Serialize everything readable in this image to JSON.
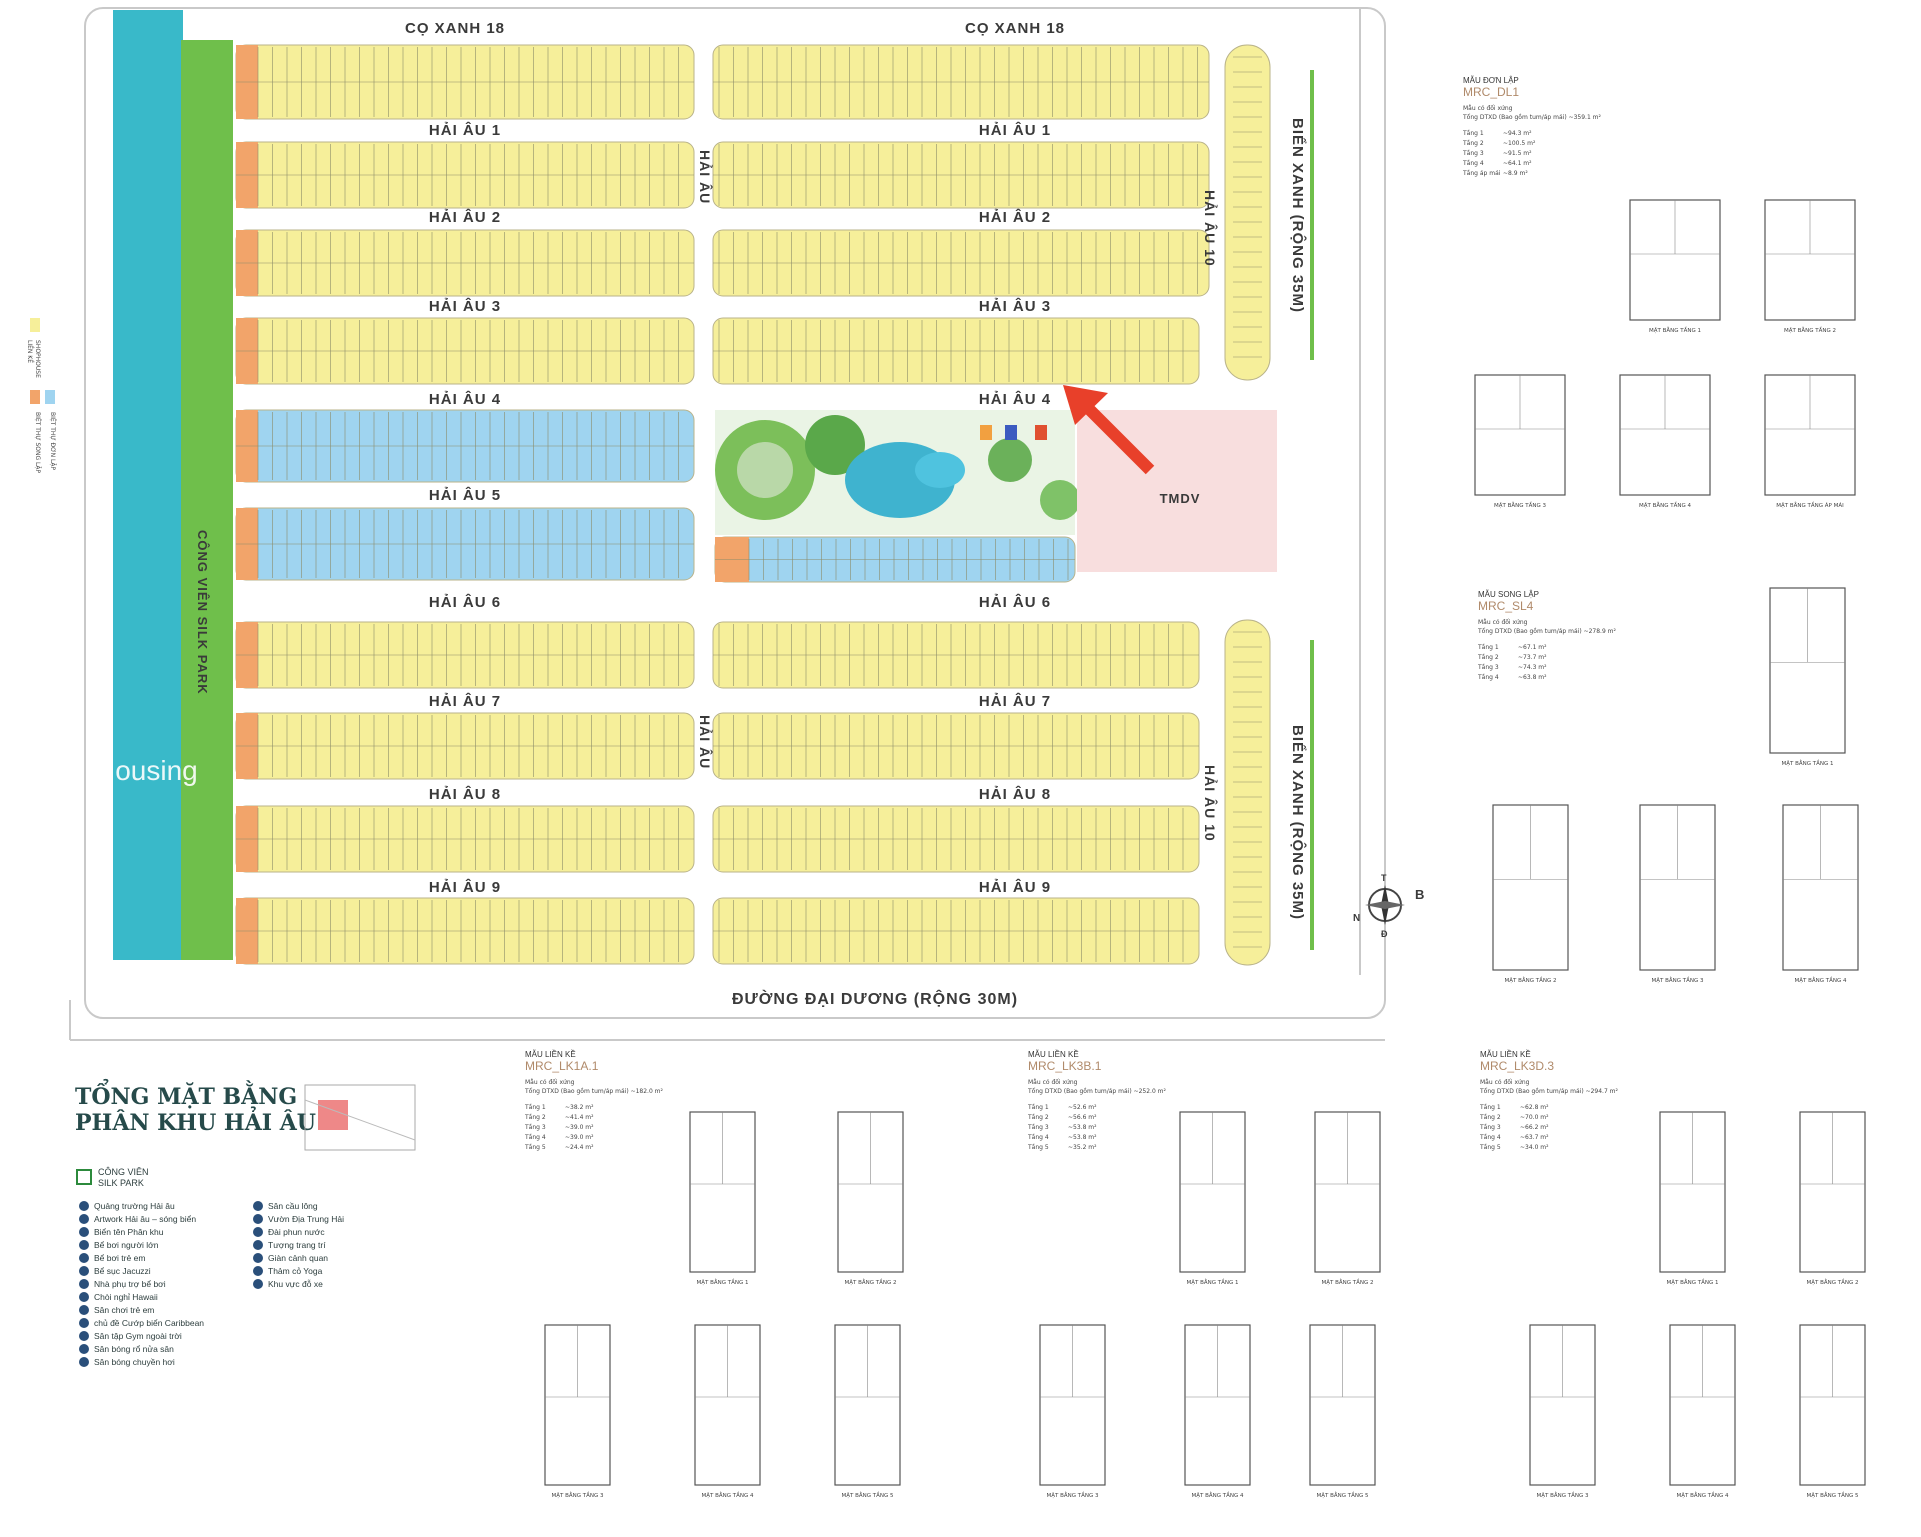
{
  "map": {
    "streets_h": {
      "co_xanh_left": "CỌ XANH 18",
      "co_xanh_right": "CỌ XANH 18",
      "hai_au_1_left": "HẢI ÂU 1",
      "hai_au_1_right": "HẢI ÂU 1",
      "hai_au_2_left": "HẢI ÂU 2",
      "hai_au_2_right": "HẢI ÂU 2",
      "hai_au_3_left": "HẢI ÂU 3",
      "hai_au_3_right": "HẢI ÂU 3",
      "hai_au_4_left": "HẢI ÂU 4",
      "hai_au_4_right": "HẢI ÂU 4",
      "hai_au_5_left": "HẢI ÂU 5",
      "hai_au_6_left": "HẢI ÂU 6",
      "hai_au_6_right": "HẢI ÂU 6",
      "hai_au_7_left": "HẢI ÂU 7",
      "hai_au_7_right": "HẢI ÂU 7",
      "hai_au_8_left": "HẢI ÂU 8",
      "hai_au_8_right": "HẢI ÂU 8",
      "hai_au_9_left": "HẢI ÂU 9",
      "hai_au_9_right": "HẢI ÂU 9",
      "dai_duong": "ĐƯỜNG ĐẠI DƯƠNG (RỘNG 30M)"
    },
    "streets_v": {
      "hai_au_top": "HẢI ÂU",
      "hai_au_bottom": "HẢI ÂU",
      "hai_au_10_top": "HẢI ÂU 10",
      "hai_au_10_bottom": "HẢI ÂU 10",
      "bien_xanh_top": "BIỂN XANH (RỘNG 35M)",
      "bien_xanh_bottom": "BIỂN XANH (RỘNG 35M)",
      "park": "CÔNG VIÊN SILK PARK"
    },
    "tmdv": "TMDV",
    "compass": {
      "north": "B",
      "west": "N",
      "east": "T",
      "south": "Đ"
    },
    "watermark": "Housing",
    "colors": {
      "lot_yellow": "#f6ef9a",
      "lot_blue": "#9fd4f0",
      "lot_orange": "#f2a46a",
      "park_green": "#6fbf4b",
      "river_blue": "#39b9c9",
      "tmdv_pink": "#f8dede",
      "arrow_red": "#e8402a"
    },
    "side_legend": {
      "shophouse": "SHOPHOUSE",
      "lien_ke": "LIỀN KỀ",
      "biet_thu_song_lap": "BIỆT THỰ SONG LẬP",
      "biet_thu_don_lap": "BIỆT THỰ ĐƠN LẬP"
    }
  },
  "legend": {
    "title_line1": "TỔNG MẶT BẰNG",
    "title_line2": "PHÂN KHU HẢI ÂU",
    "park_label_line1": "CÔNG VIÊN",
    "park_label_line2": "SILK PARK",
    "amenities_left": [
      "Quảng trường Hải âu",
      "Artwork Hải âu – sóng biển",
      "Biển tên Phân khu",
      "Bể bơi người lớn",
      "Bể bơi trẻ em",
      "Bể sục Jacuzzi",
      "Nhà phụ trợ bể bơi",
      "Chòi nghỉ Hawaii",
      "Sân chơi trẻ em",
      "chủ đề Cướp biển Caribbean",
      "Sân tập Gym ngoài trời",
      "Sân bóng rổ nửa sân",
      "Sân bóng chuyền hơi"
    ],
    "amenities_right": [
      "Sân cầu lông",
      "Vườn Địa Trung Hải",
      "Đài phun nước",
      "Tượng trang trí",
      "Giàn cảnh quan",
      "Thảm cỏ Yoga",
      "Khu vực đỗ xe"
    ]
  },
  "models": {
    "dl1": {
      "tag": "MẪU ĐƠN LẬP",
      "code": "MRC_DL1",
      "total": "Tổng DTXD (Bao gồm tum/áp mái) ~359.1 m²",
      "floors": [
        "Tầng 1",
        "Tầng 2",
        "Tầng 3",
        "Tầng 4",
        "Tầng áp mái"
      ],
      "areas": [
        "~94.3 m²",
        "~100.5 m²",
        "~91.5 m²",
        "~64.1 m²",
        "~8.9 m²"
      ],
      "plans": [
        "MẶT BẰNG TẦNG 1",
        "MẶT BẰNG TẦNG 2",
        "MẶT BẰNG TẦNG 3",
        "MẶT BẰNG TẦNG 4",
        "MẶT BẰNG TẦNG ÁP MÁI"
      ]
    },
    "sl4": {
      "tag": "MẪU SONG LẬP",
      "code": "MRC_SL4",
      "total": "Tổng DTXD (Bao gồm tum/áp mái) ~278.9 m²",
      "floors": [
        "Tầng 1",
        "Tầng 2",
        "Tầng 3",
        "Tầng 4"
      ],
      "areas": [
        "~67.1 m²",
        "~73.7 m²",
        "~74.3 m²",
        "~63.8 m²"
      ],
      "plans": [
        "MẶT BẰNG TẦNG 1",
        "MẶT BẰNG TẦNG 2",
        "MẶT BẰNG TẦNG 3",
        "MẶT BẰNG TẦNG 4"
      ]
    },
    "lk1a": {
      "tag": "MẪU LIỀN KỀ",
      "code": "MRC_LK1A.1",
      "total": "Tổng DTXD (Bao gồm tum/áp mái) ~182.0 m²",
      "floors": [
        "Tầng 1",
        "Tầng 2",
        "Tầng 3",
        "Tầng 4",
        "Tầng 5"
      ],
      "areas": [
        "~38.2 m²",
        "~41.4 m²",
        "~39.0 m²",
        "~39.0 m²",
        "~24.4 m²"
      ],
      "plans": [
        "MẶT BẰNG TẦNG 1",
        "MẶT BẰNG TẦNG 2",
        "MẶT BẰNG TẦNG 3",
        "MẶT BẰNG TẦNG 4",
        "MẶT BẰNG TẦNG 5"
      ]
    },
    "lk3b": {
      "tag": "MẪU LIỀN KỀ",
      "code": "MRC_LK3B.1",
      "total": "Tổng DTXD (Bao gồm tum/áp mái) ~252.0 m²",
      "floors": [
        "Tầng 1",
        "Tầng 2",
        "Tầng 3",
        "Tầng 4",
        "Tầng 5"
      ],
      "areas": [
        "~52.6 m²",
        "~56.6 m²",
        "~53.8 m²",
        "~53.8 m²",
        "~35.2 m²"
      ],
      "plans": [
        "MẶT BẰNG TẦNG 1",
        "MẶT BẰNG TẦNG 2",
        "MẶT BẰNG TẦNG 3",
        "MẶT BẰNG TẦNG 4",
        "MẶT BẰNG TẦNG 5"
      ]
    },
    "lk3d": {
      "tag": "MẪU LIỀN KỀ",
      "code": "MRC_LK3D.3",
      "total": "Tổng DTXD (Bao gồm tum/áp mái) ~294.7 m²",
      "floors": [
        "Tầng 1",
        "Tầng 2",
        "Tầng 3",
        "Tầng 4",
        "Tầng 5"
      ],
      "areas": [
        "~62.8 m²",
        "~70.0 m²",
        "~66.2 m²",
        "~63.7 m²",
        "~34.0 m²"
      ],
      "plans": [
        "MẶT BẰNG TẦNG 1",
        "MẶT BẰNG TẦNG 2",
        "MẶT BẰNG TẦNG 3",
        "MẶT BẰNG TẦNG 4",
        "MẶT BẰNG TẦNG 5"
      ]
    },
    "mirror_note": "Mẫu có đối xứng"
  }
}
